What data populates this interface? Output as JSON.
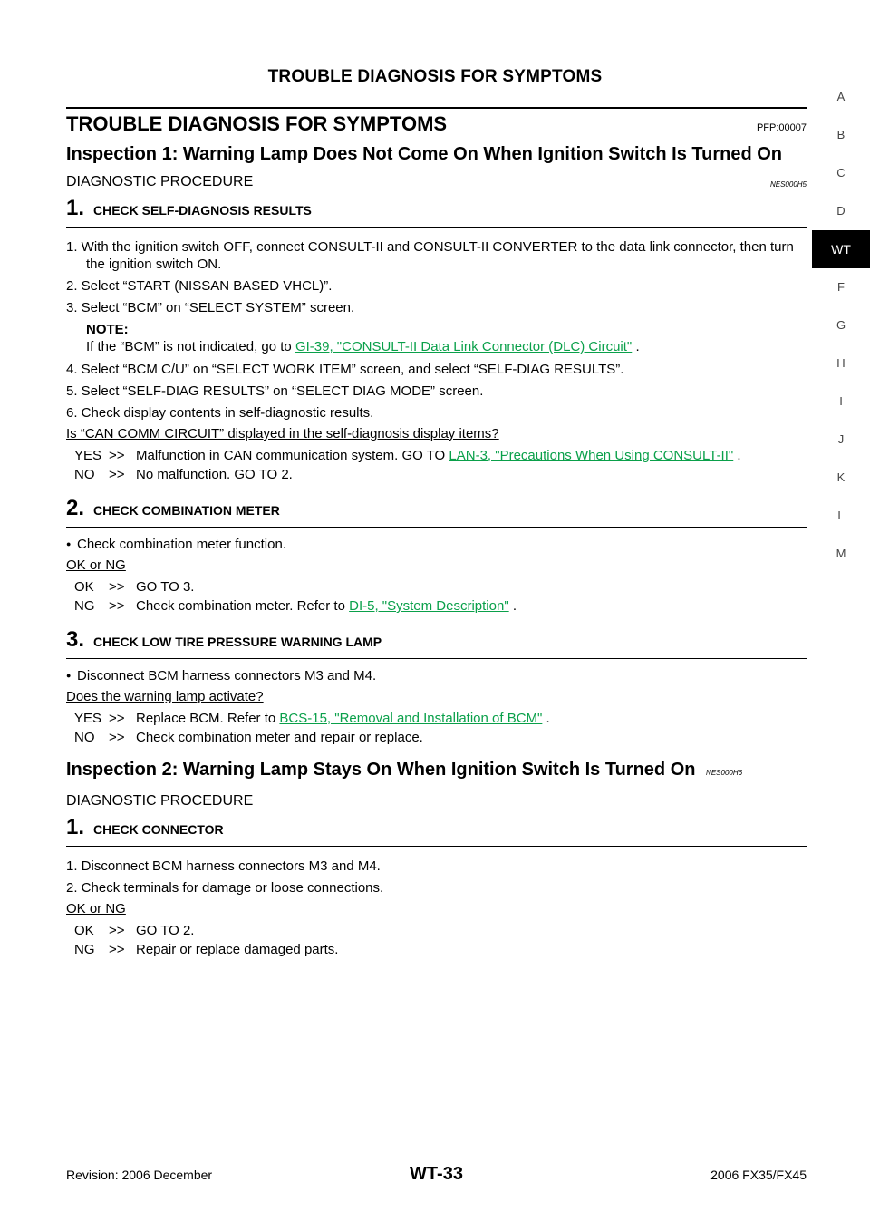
{
  "header": {
    "title": "TROUBLE DIAGNOSIS FOR SYMPTOMS"
  },
  "section": {
    "title": "TROUBLE DIAGNOSIS FOR SYMPTOMS",
    "pfp": "PFP:00007"
  },
  "inspection1": {
    "title": "Inspection 1: Warning Lamp Does Not Come On When Ignition Switch Is Turned On",
    "code": "NES000H5",
    "procedure_label": "DIAGNOSTIC PROCEDURE",
    "step1": {
      "num": "1.",
      "title": "CHECK SELF-DIAGNOSIS RESULTS",
      "items": [
        "1. With the ignition switch OFF, connect CONSULT-II and CONSULT-II CONVERTER to the data link connector, then turn the ignition switch ON.",
        "2. Select “START (NISSAN BASED VHCL)”.",
        "3. Select “BCM” on “SELECT SYSTEM” screen."
      ],
      "note_label": "NOTE:",
      "note_text": "If the “BCM” is not indicated, go to",
      "note_link": "GI-39, \"CONSULT-II Data Link Connector (DLC) Circuit\"",
      "note_end": ".",
      "items2": [
        "4. Select “BCM C/U” on “SELECT WORK ITEM” screen, and select “SELF-DIAG RESULTS”.",
        "5. Select “SELF-DIAG RESULTS” on “SELECT DIAG MODE” screen.",
        "6. Check display contents in self-diagnostic results."
      ],
      "question": "Is “CAN COMM CIRCUIT” displayed in the self-diagnosis display items?",
      "yes_label": "YES",
      "yes_text": "Malfunction in CAN communication system. GO TO",
      "yes_link": "LAN-3, \"Precautions When Using CONSULT-II\"",
      "yes_end": ".",
      "no_label": "NO",
      "no_text": "No malfunction. GO TO 2."
    },
    "step2": {
      "num": "2.",
      "title": "CHECK COMBINATION METER",
      "bullet": "Check combination meter function.",
      "question": "OK or NG",
      "ok_label": "OK",
      "ok_text": "GO TO 3.",
      "ng_label": "NG",
      "ng_text": "Check combination meter. Refer to",
      "ng_link": "DI-5, \"System Description\"",
      "ng_end": "."
    },
    "step3": {
      "num": "3.",
      "title": "CHECK LOW TIRE PRESSURE WARNING LAMP",
      "bullet": "Disconnect BCM harness connectors M3 and M4.",
      "question": "Does the warning lamp activate?",
      "yes_label": "YES",
      "yes_text": "Replace BCM. Refer to",
      "yes_link": "BCS-15, \"Removal and Installation of BCM\"",
      "yes_end": ".",
      "no_label": "NO",
      "no_text": "Check combination meter and repair or replace."
    }
  },
  "inspection2": {
    "title": "Inspection 2: Warning Lamp Stays On When Ignition Switch Is Turned On",
    "code": "NES000H6",
    "procedure_label": "DIAGNOSTIC PROCEDURE",
    "step1": {
      "num": "1.",
      "title": "CHECK CONNECTOR",
      "items": [
        "1. Disconnect BCM harness connectors M3 and M4.",
        "2. Check terminals for damage or loose connections."
      ],
      "question": "OK or NG",
      "ok_label": "OK",
      "ok_text": "GO TO 2.",
      "ng_label": "NG",
      "ng_text": "Repair or replace damaged parts."
    }
  },
  "arrow": ">>",
  "tabs": [
    "A",
    "B",
    "C",
    "D",
    "WT",
    "F",
    "G",
    "H",
    "I",
    "J",
    "K",
    "L",
    "M"
  ],
  "footer": {
    "revision": "Revision: 2006 December",
    "page": "WT-33",
    "model": "2006 FX35/FX45"
  }
}
